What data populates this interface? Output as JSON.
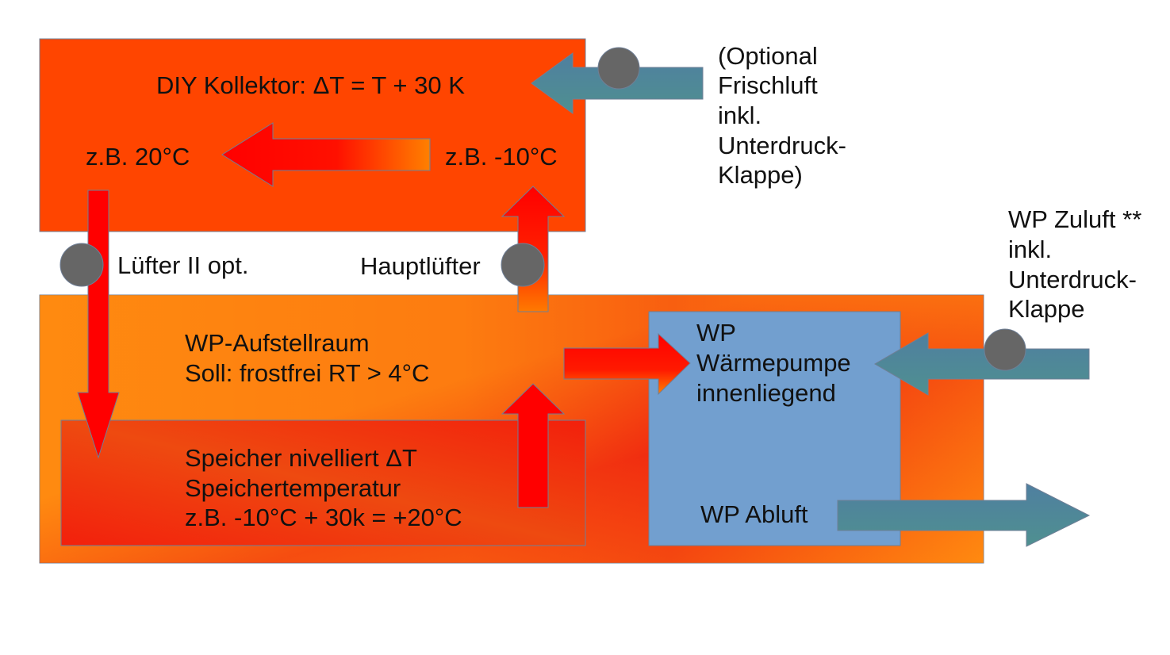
{
  "colors": {
    "collector_fill": "#ff4500",
    "room_orange": "#ff8a10",
    "room_red": "#f02a10",
    "storage_red": "#f33010",
    "heatpump_blue": "#729fcf",
    "air_teal": "#4e8a9a",
    "fan_gray": "#666666",
    "arrow_red": "#ff0000",
    "arrow_orange": "#ff8000",
    "outline": "#6f7f96"
  },
  "collector": {
    "title": "DIY Kollektor: ΔT = T + 30 K",
    "outlet_temp": "z.B. 20°C",
    "inlet_temp": "z.B. -10°C"
  },
  "fresh_air_note": {
    "lines": [
      "(Optional",
      "Frischluft",
      "inkl.",
      "Unterdruck-",
      "Klappe)"
    ]
  },
  "fans": {
    "secondary": "Lüfter II opt.",
    "main": "Hauptlüfter"
  },
  "room": {
    "lines": [
      "WP-Aufstellraum",
      "Soll: frostfrei RT > 4°C"
    ]
  },
  "storage": {
    "lines": [
      "Speicher nivelliert ΔT",
      "Speichertemperatur",
      "z.B. -10°C + 30k = +20°C"
    ]
  },
  "heatpump": {
    "lines": [
      "WP",
      "Wärmepumpe",
      "innenliegend"
    ],
    "exhaust": "WP Abluft"
  },
  "intake_note": {
    "lines": [
      "WP Zuluft **",
      "inkl.",
      "Unterdruck-",
      "Klappe"
    ]
  }
}
